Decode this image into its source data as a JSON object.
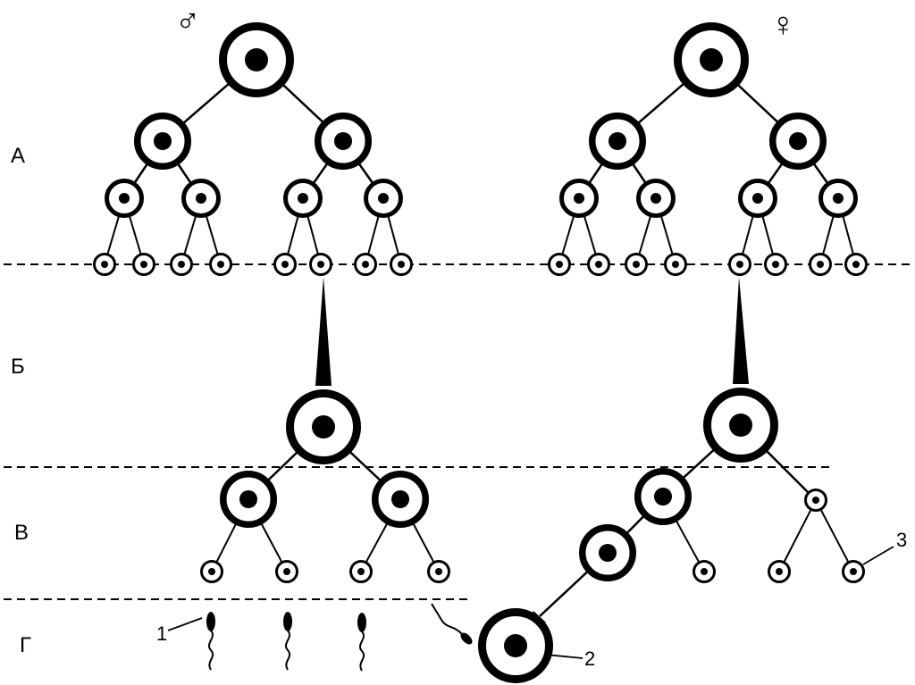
{
  "stages": [
    {
      "key": "A",
      "label": "А"
    },
    {
      "key": "B",
      "label": "Б"
    },
    {
      "key": "V",
      "label": "В"
    },
    {
      "key": "G",
      "label": "Г"
    }
  ],
  "sex_symbols": {
    "male": "♂",
    "female": "♀"
  },
  "callouts": {
    "one": "1",
    "two": "2",
    "three": "3"
  },
  "colors": {
    "ink": "#000000",
    "paper": "#ffffff"
  }
}
